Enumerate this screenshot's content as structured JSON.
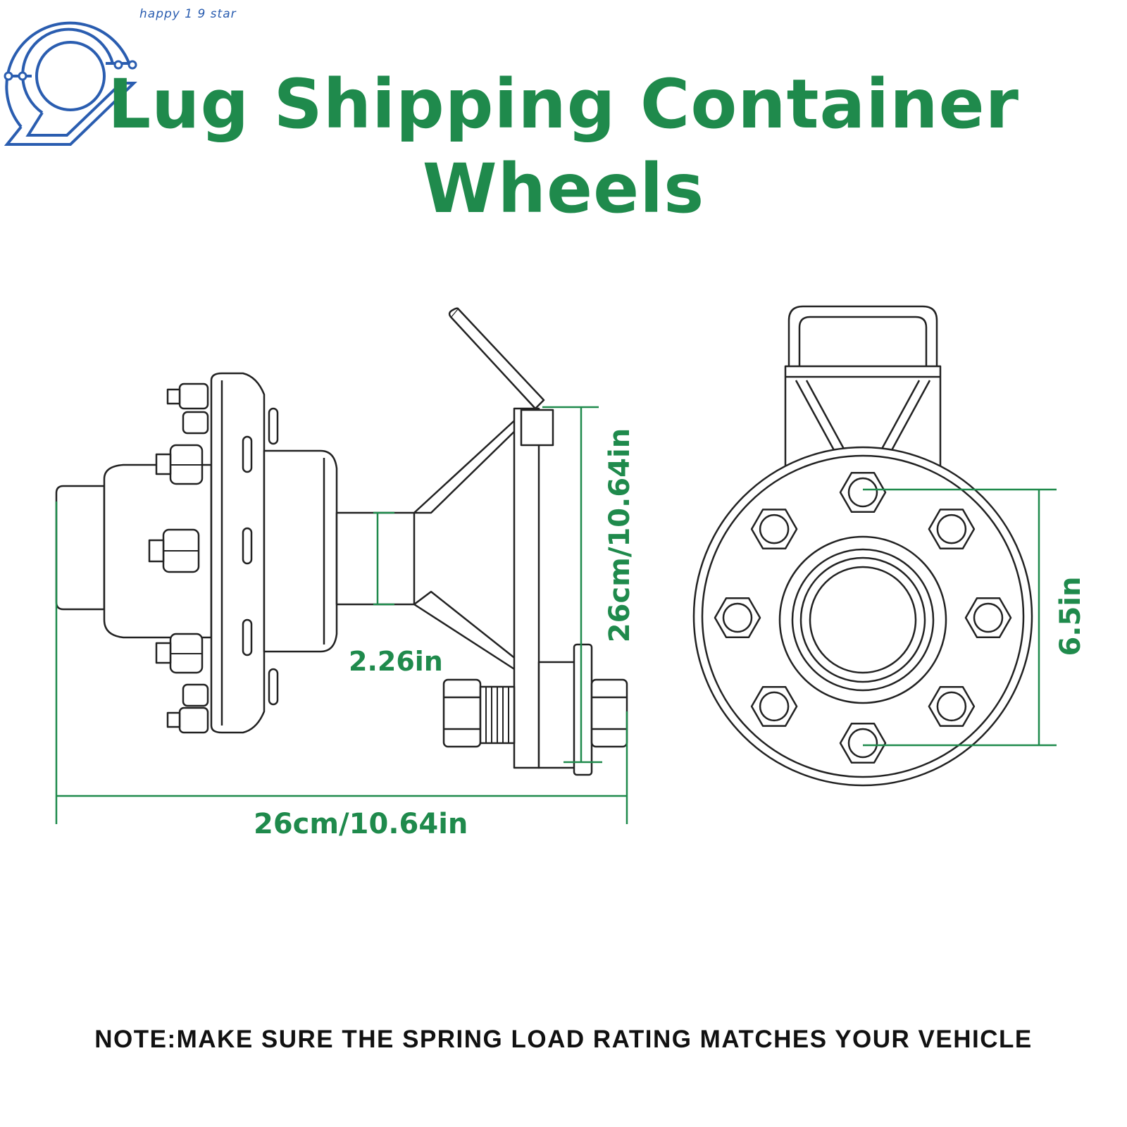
{
  "brand": {
    "text": "happy 1 9 star",
    "color": "#2a5db0"
  },
  "title": {
    "line1": "Lug Shipping Container",
    "line2": "Wheels",
    "color": "#1f8a4c"
  },
  "dimensions": {
    "overall_width": "26cm/10.64in",
    "height": "26cm/10.64in",
    "shaft_diameter": "2.26in",
    "bolt_circle": "6.5in"
  },
  "note": "NOTE:MAKE SURE THE SPRING LOAD RATING MATCHES YOUR VEHICLE",
  "colors": {
    "dimension_line": "#1f8a4c",
    "drawing_line": "#222222",
    "background": "#ffffff"
  },
  "hub_face": {
    "lug_count": 8
  }
}
